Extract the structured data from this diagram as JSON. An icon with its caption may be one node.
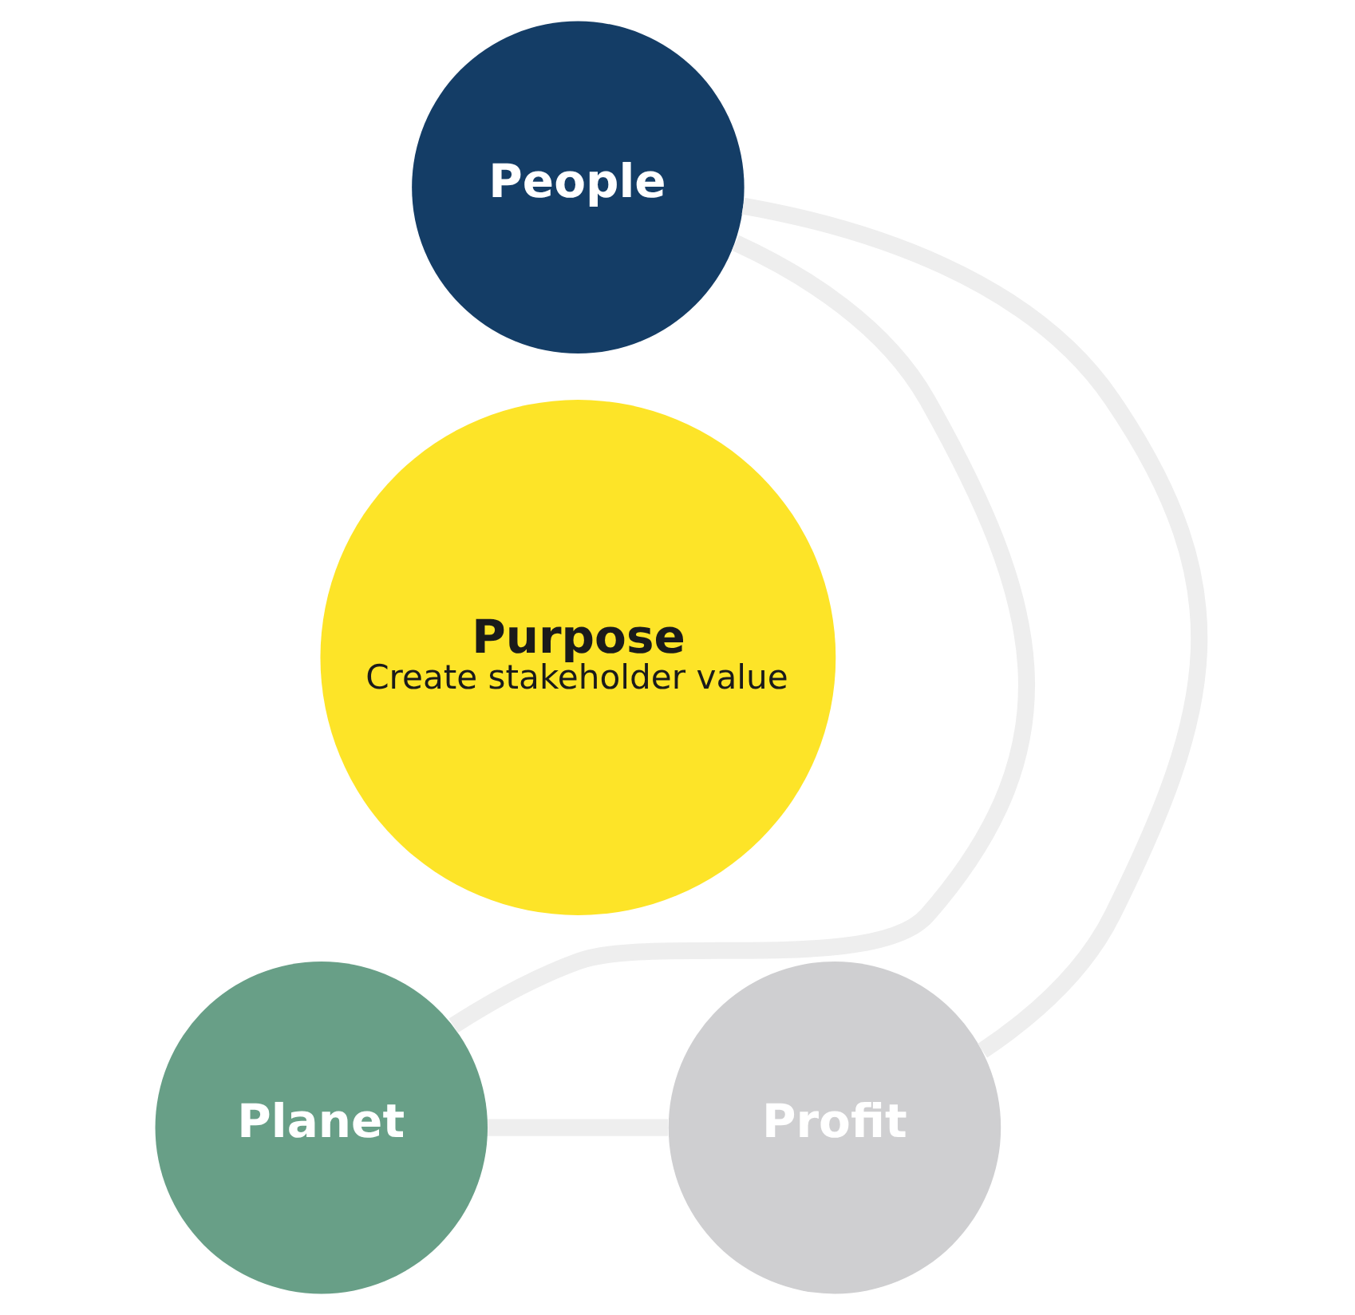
{
  "diagram": {
    "nodes": [
      {
        "text": [
          "People"
        ]
      },
      {
        "text": [
          "Purpose",
          "Create stakeholder value"
        ]
      },
      {
        "text": [
          "Planet"
        ]
      },
      {
        "text": [
          "Profit"
        ]
      }
    ],
    "edges": [
      {
        "from": 0,
        "to": 2,
        "arrow": "none"
      },
      {
        "from": 0,
        "to": 3,
        "arrow": "none"
      },
      {
        "from": 2,
        "to": 3,
        "arrow": "none"
      }
    ]
  }
}
